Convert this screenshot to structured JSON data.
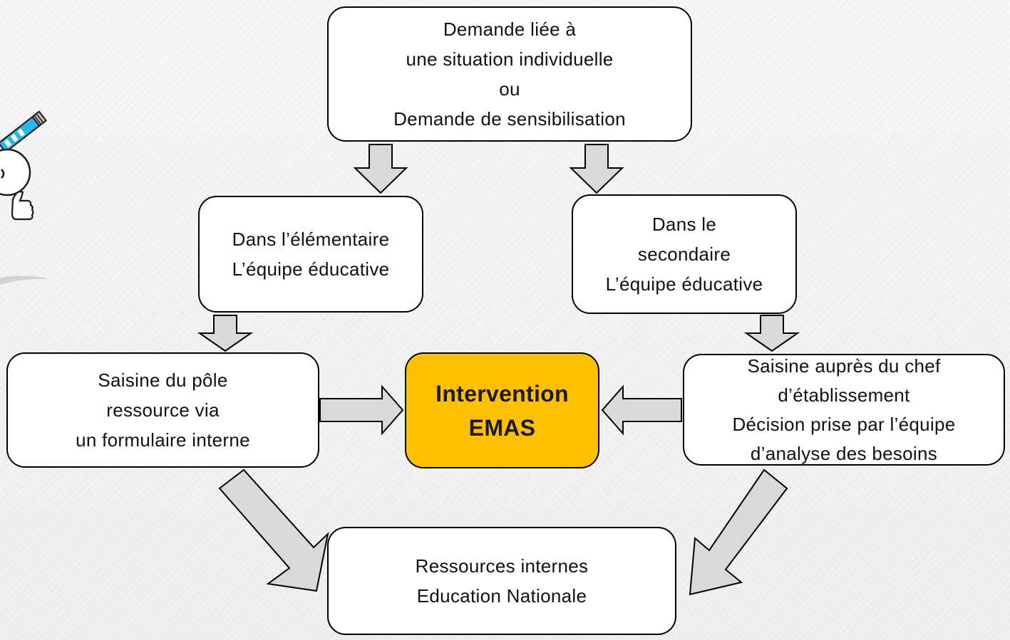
{
  "colors": {
    "center_fill": "#ffc000",
    "arrow_fill": "#d9d9d9",
    "border": "#000000"
  },
  "diagram": {
    "top_box": {
      "lines": [
        "Demande liée à",
        "une situation individuelle",
        "ou",
        "Demande de sensibilisation"
      ]
    },
    "elementary_box": {
      "lines": [
        "Dans l’élémentaire",
        "L’équipe éducative"
      ]
    },
    "secondary_box": {
      "lines": [
        "Dans le",
        "secondaire",
        "L’équipe éducative"
      ]
    },
    "left_box": {
      "lines": [
        "Saisine du pôle",
        "ressource via",
        "un formulaire interne"
      ]
    },
    "center_box": {
      "lines": [
        "Intervention",
        "EMAS"
      ]
    },
    "right_box": {
      "lines": [
        "Saisine auprès du chef",
        "d’établissement",
        "Décision prise par l’équipe",
        "d’analyse des besoins"
      ]
    },
    "bottom_box": {
      "lines": [
        "Ressources internes",
        "Education Nationale"
      ]
    }
  },
  "icons": [
    "pencil-mascot-icon"
  ]
}
